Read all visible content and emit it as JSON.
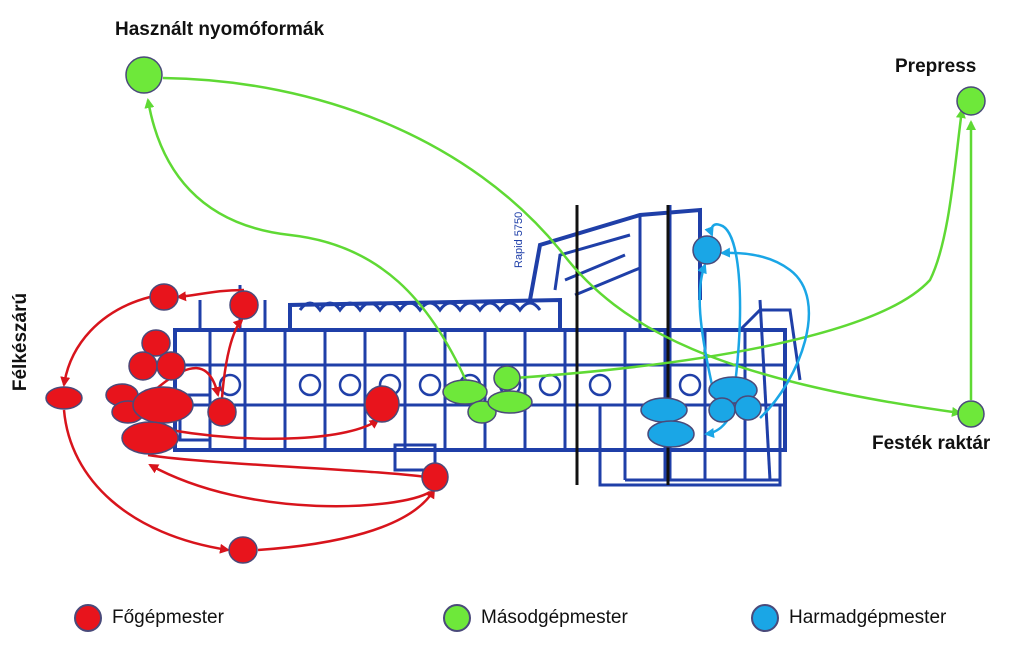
{
  "labels": {
    "used_plates": "Használt nyomóformák",
    "prepress": "Prepress",
    "ink_store": "Festék raktár",
    "semi_finished": "Félkészárú"
  },
  "press_marking": "Rapid 5750",
  "legend": [
    {
      "label": "Főgépmester",
      "color": "#e8141c"
    },
    {
      "label": "Másodgépmester",
      "color": "#6ee83a"
    },
    {
      "label": "Harmadgépmester",
      "color": "#1aa6e6"
    }
  ],
  "colors": {
    "red": "#e8141c",
    "green": "#6ee83a",
    "blue": "#1aa6e6",
    "machine": "#1f3fa8",
    "node_stroke": "#4a4a7a"
  }
}
